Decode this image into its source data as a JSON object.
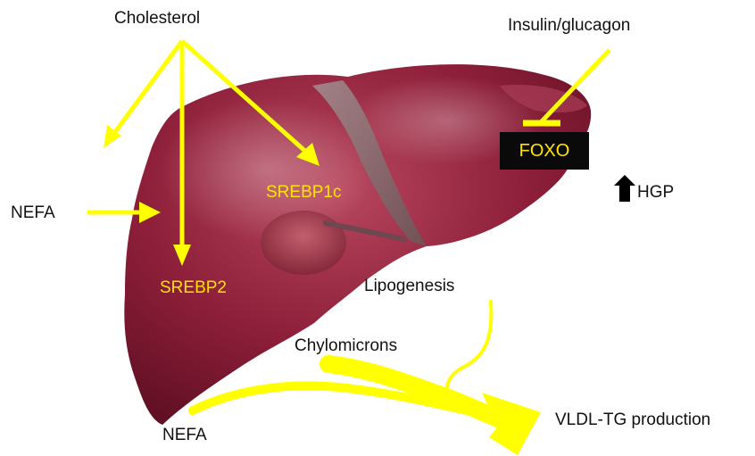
{
  "colors": {
    "arrow": "#ffff00",
    "liver_dark": "#5e0f22",
    "liver_main": "#8e1f3a",
    "liver_light": "#b8485f",
    "label_yellow": "#ffe400",
    "label_dark": "#111111",
    "box_fill": "#0a0a0a"
  },
  "labels": {
    "cholesterol": "Cholesterol",
    "insulin_glucagon": "Insulin/glucagon",
    "nefa_left": "NEFA",
    "srebp1c": "SREBP1c",
    "srebp2": "SREBP2",
    "foxo": "FOXO",
    "hgp": "HGP",
    "lipogenesis": "Lipogenesis",
    "chylomicrons": "Chylomicrons",
    "nefa_bottom": "NEFA",
    "vldl": "VLDL-TG production"
  },
  "icons": {
    "hgp_indicator": "up-arrow-icon",
    "insulin_effect": "inhibition-bar-icon"
  }
}
